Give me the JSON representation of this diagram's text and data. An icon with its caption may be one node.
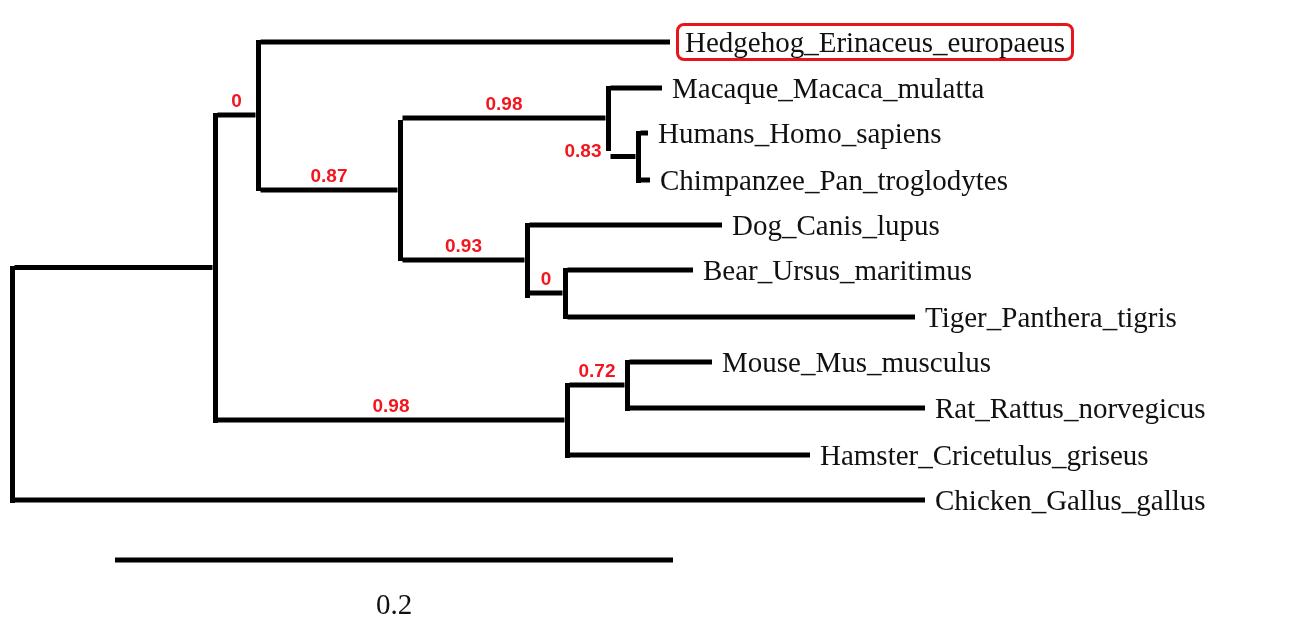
{
  "diagram": {
    "nodes": [
      {
        "text": [],
        "shape": "bar"
      },
      {
        "text": [],
        "shape": "bar"
      },
      {
        "text": [],
        "shape": "bar"
      },
      {
        "text": [
          "Hedgehog_Erinaceus_europaeus"
        ]
      },
      {
        "text": [],
        "shape": "bar"
      },
      {
        "text": [],
        "shape": "bar"
      },
      {
        "text": [
          "Macaque_Macaca_mulatta"
        ]
      },
      {
        "text": [],
        "shape": "bar"
      },
      {
        "text": [
          "Humans_Homo_sapiens"
        ]
      },
      {
        "text": [
          "Chimpanzee_Pan_troglodytes"
        ]
      },
      {
        "text": [],
        "shape": "bar"
      },
      {
        "text": [
          "Dog_Canis_lupus"
        ]
      },
      {
        "text": [],
        "shape": "bar"
      },
      {
        "text": [
          "Bear_Ursus_maritimus"
        ]
      },
      {
        "text": [
          "Tiger_Panthera_tigris"
        ]
      },
      {
        "text": [],
        "shape": "bar"
      },
      {
        "text": [],
        "shape": "bar"
      },
      {
        "text": [
          "Mouse_Mus_musculus"
        ]
      },
      {
        "text": [
          "Rat_Rattus_norvegicus"
        ]
      },
      {
        "text": [
          "Hamster_Cricetulus_griseus"
        ]
      },
      {
        "text": [
          "Chicken_Gallus_gallus"
        ]
      }
    ],
    "edges": [
      {
        "from": 0,
        "to": 1,
        "arrow": "none"
      },
      {
        "from": 0,
        "to": 20,
        "arrow": "none"
      },
      {
        "from": 1,
        "to": 2,
        "arrow": "none",
        "label": "0"
      },
      {
        "from": 1,
        "to": 15,
        "arrow": "none",
        "label": "0.98"
      },
      {
        "from": 2,
        "to": 3,
        "arrow": "none"
      },
      {
        "from": 2,
        "to": 4,
        "arrow": "none",
        "label": "0.87"
      },
      {
        "from": 4,
        "to": 5,
        "arrow": "none",
        "label": "0.98"
      },
      {
        "from": 4,
        "to": 10,
        "arrow": "none",
        "label": "0.93"
      },
      {
        "from": 5,
        "to": 6,
        "arrow": "none"
      },
      {
        "from": 5,
        "to": 7,
        "arrow": "none",
        "label": "0.83"
      },
      {
        "from": 7,
        "to": 8,
        "arrow": "none"
      },
      {
        "from": 7,
        "to": 9,
        "arrow": "none"
      },
      {
        "from": 10,
        "to": 11,
        "arrow": "none"
      },
      {
        "from": 10,
        "to": 12,
        "arrow": "none",
        "label": "0"
      },
      {
        "from": 12,
        "to": 13,
        "arrow": "none"
      },
      {
        "from": 12,
        "to": 14,
        "arrow": "none"
      },
      {
        "from": 15,
        "to": 16,
        "arrow": "none",
        "label": "0.72"
      },
      {
        "from": 15,
        "to": 19,
        "arrow": "none"
      },
      {
        "from": 16,
        "to": 17,
        "arrow": "none"
      },
      {
        "from": 16,
        "to": 18,
        "arrow": "none"
      }
    ],
    "labels": [
      "0.2"
    ]
  }
}
